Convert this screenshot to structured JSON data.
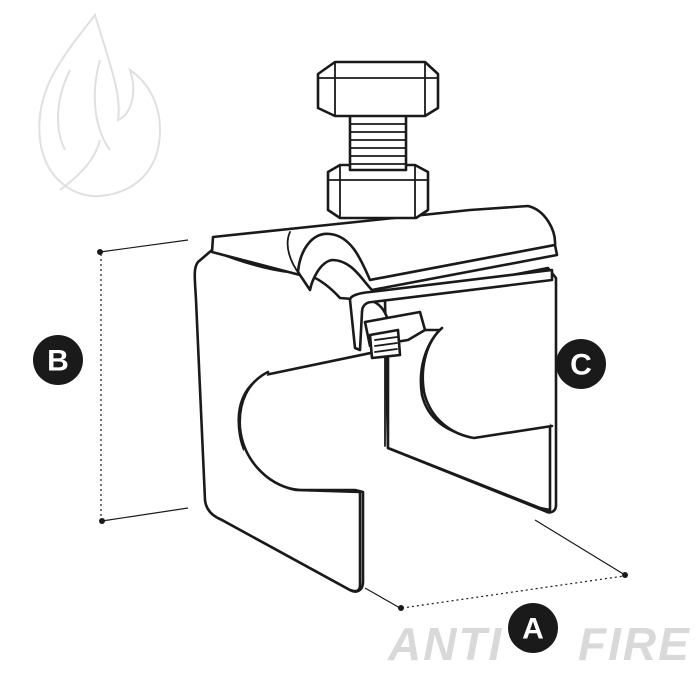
{
  "labels": {
    "a": "A",
    "b": "B",
    "c": "C"
  },
  "watermark": {
    "left": "ANTI",
    "right": "FIRE"
  },
  "colors": {
    "ink": "#1a1a1a",
    "watermark": "#d9d9d9"
  },
  "icons": {
    "logo": "flame-logo-icon"
  }
}
